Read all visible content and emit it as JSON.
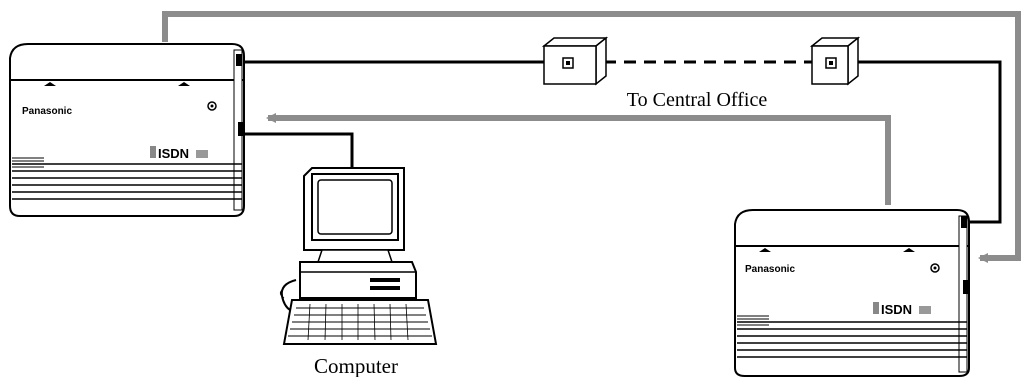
{
  "labels": {
    "central_office": "To Central Office",
    "computer": "Computer"
  },
  "units": {
    "left": {
      "brand": "Panasonic",
      "badge": "ISDN"
    },
    "right": {
      "brand": "Panasonic",
      "badge": "ISDN"
    }
  },
  "colors": {
    "gray_line": "#8c8c8c",
    "black_line": "#000000",
    "outline": "#000000"
  }
}
